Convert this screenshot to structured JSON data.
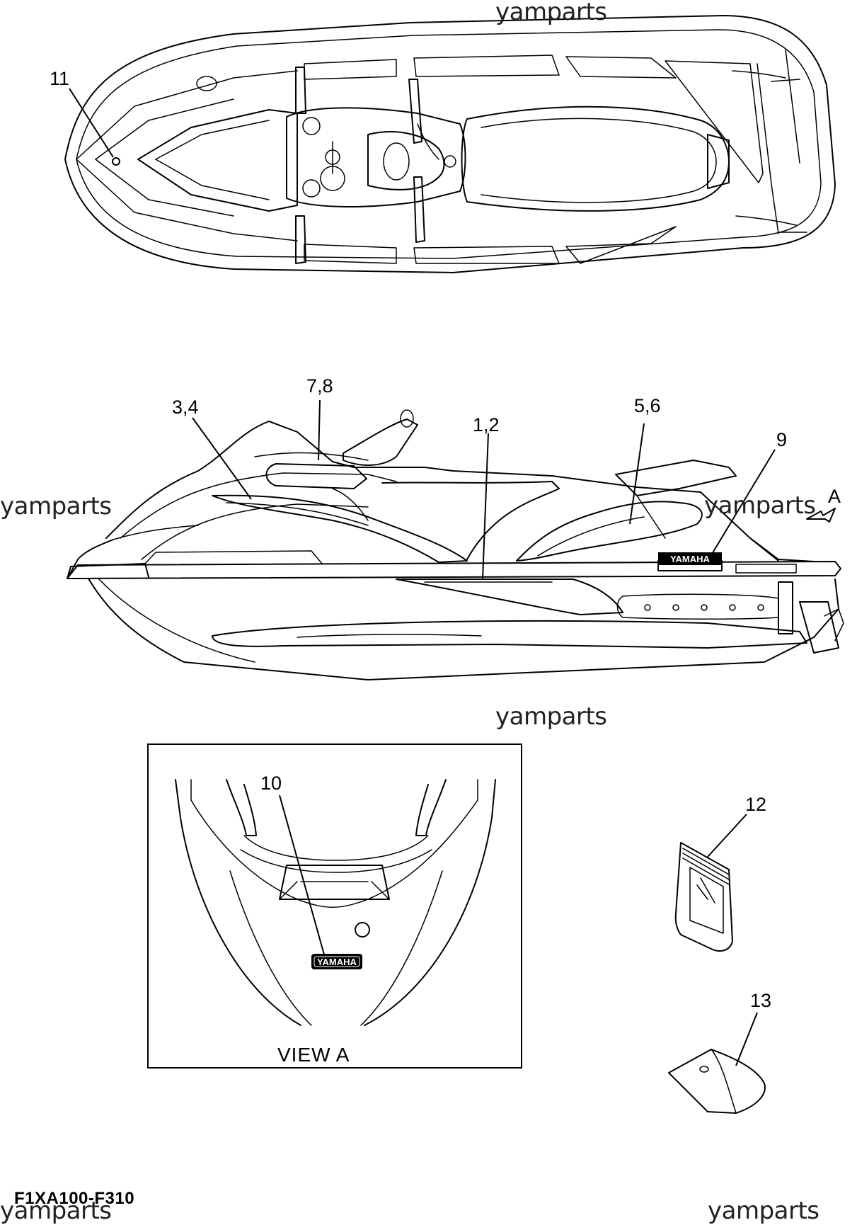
{
  "watermarks": [
    "yamparts",
    "yamparts",
    "yamparts",
    "yamparts",
    "yamparts",
    "yamparts"
  ],
  "callouts": {
    "c11": "11",
    "c78": "7,8",
    "c34": "3,4",
    "c12a": "1,2",
    "c56": "5,6",
    "c9": "9",
    "cA": "A",
    "c10": "10",
    "c12": "12",
    "c13": "13"
  },
  "view_title": "VIEW A",
  "diagram_code": "F1XA100-F310",
  "badges": {
    "side": "YAMAHA",
    "view": "YAMAHA"
  }
}
